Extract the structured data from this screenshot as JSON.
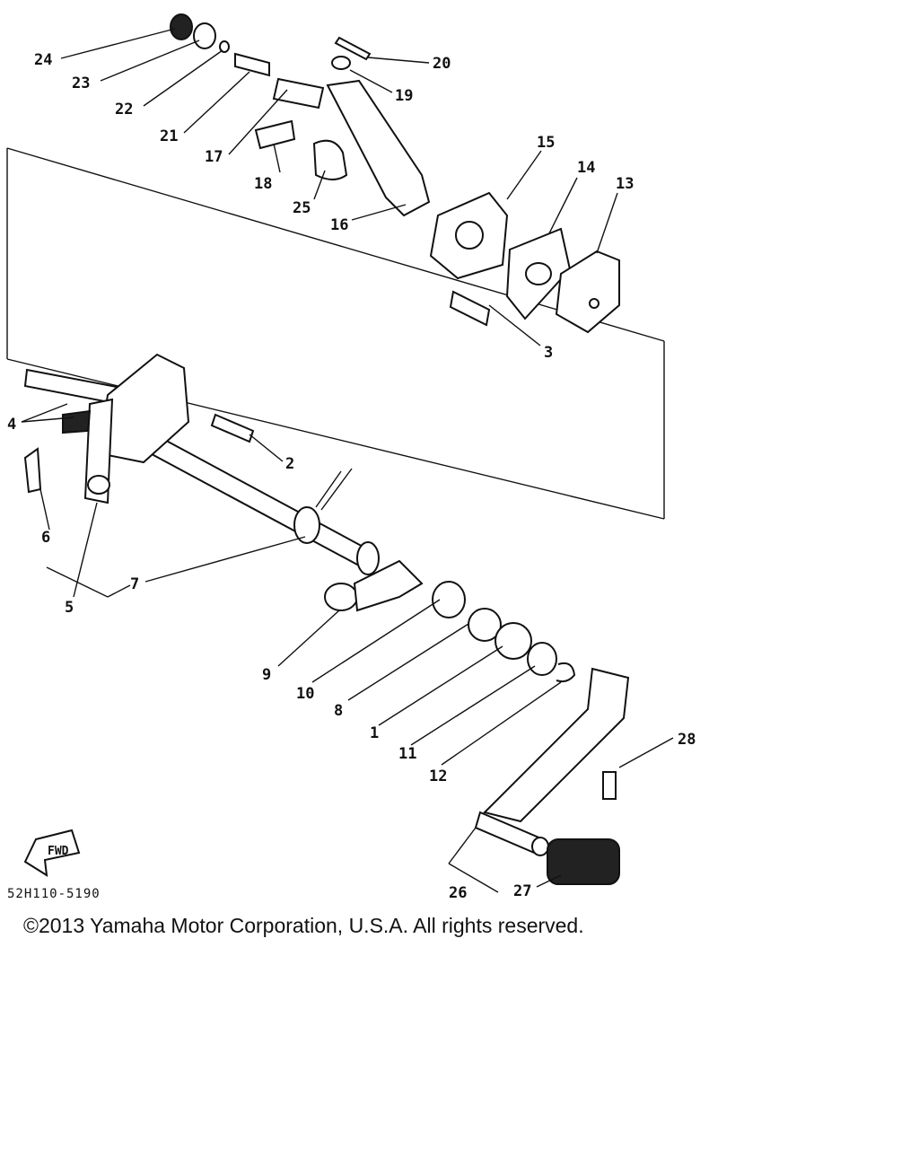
{
  "diagram": {
    "code": "52H110-5190",
    "fwd_label": "FWD",
    "copyright": "©2013 Yamaha Motor Corporation, U.S.A. All rights reserved.",
    "callouts": [
      "1",
      "2",
      "3",
      "4",
      "5",
      "6",
      "7",
      "8",
      "9",
      "10",
      "11",
      "12",
      "13",
      "14",
      "15",
      "16",
      "17",
      "18",
      "19",
      "20",
      "21",
      "22",
      "23",
      "24",
      "25",
      "26",
      "27",
      "28"
    ]
  }
}
